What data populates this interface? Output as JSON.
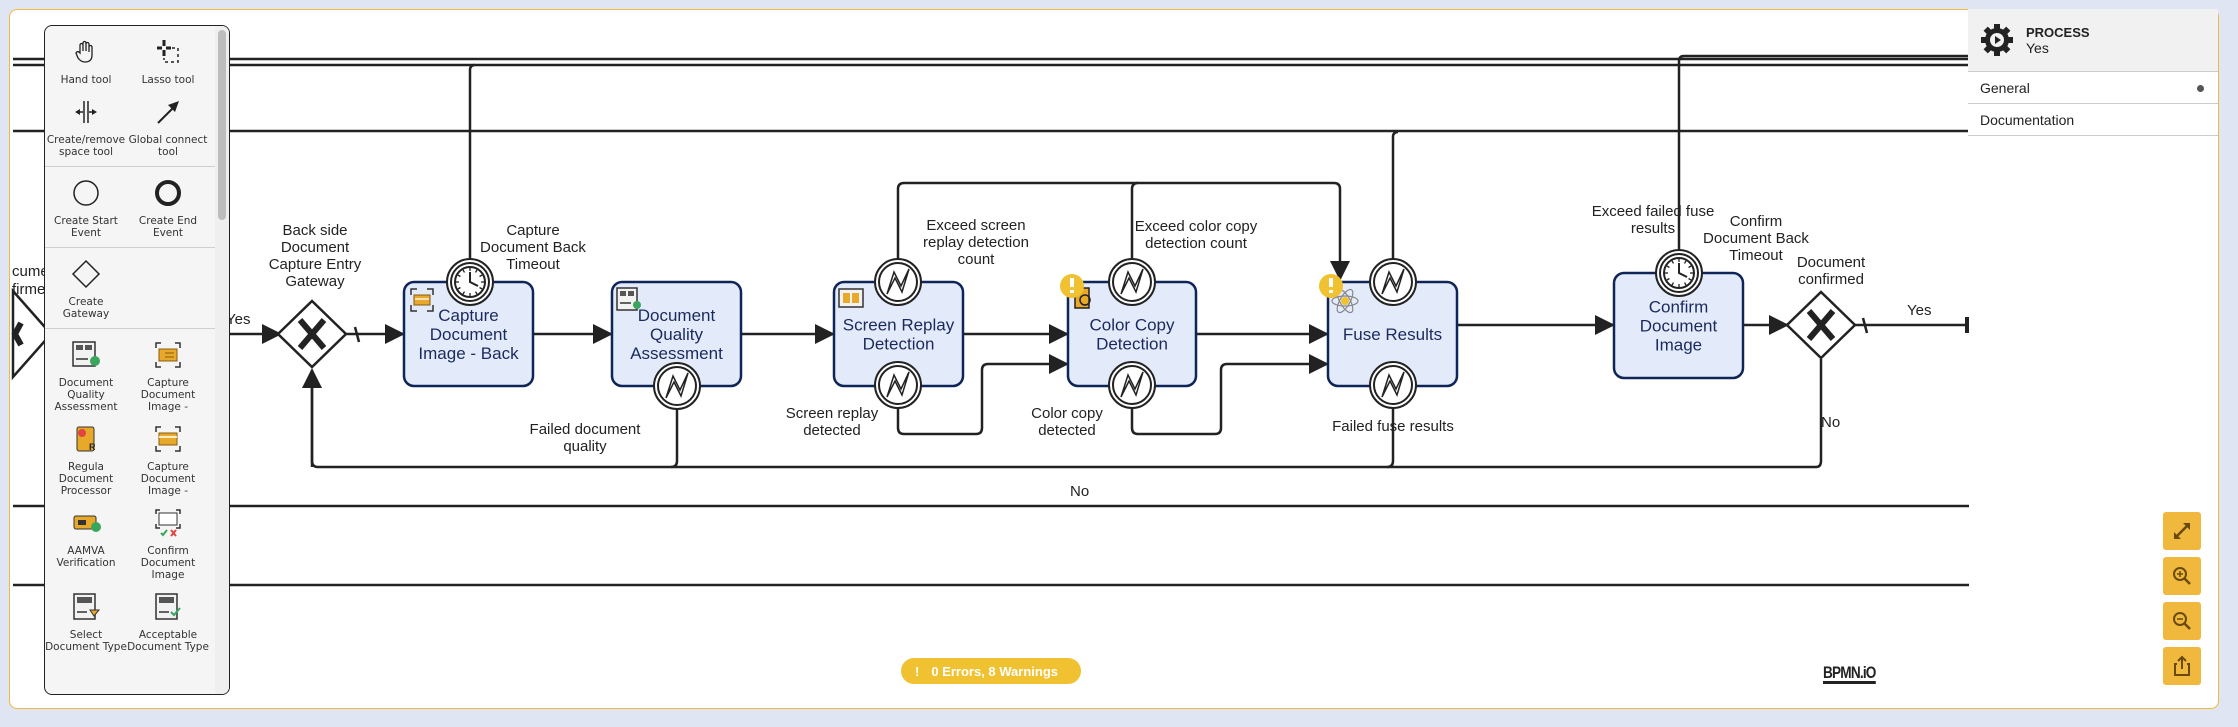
{
  "palette": {
    "tools": [
      {
        "icon": "hand-icon",
        "label": "Hand tool"
      },
      {
        "icon": "lasso-icon",
        "label": "Lasso tool"
      },
      {
        "icon": "space-tool-icon",
        "label": "Create/remove space tool"
      },
      {
        "icon": "connect-arrow-icon",
        "label": "Global connect tool"
      }
    ],
    "events": [
      {
        "icon": "start-event-icon",
        "label": "Create Start Event"
      },
      {
        "icon": "end-event-icon",
        "label": "Create End Event"
      }
    ],
    "gateways": [
      {
        "icon": "gateway-icon",
        "label": "Create Gateway"
      }
    ],
    "custom": [
      {
        "icon": "document-quality-icon",
        "label": "Document Quality Assessment"
      },
      {
        "icon": "capture-document-front-icon",
        "label": "Capture Document Image -"
      },
      {
        "icon": "regula-processor-icon",
        "label": "Regula Document Processor"
      },
      {
        "icon": "capture-document-back-icon",
        "label": "Capture Document Image -"
      },
      {
        "icon": "aamva-icon",
        "label": "AAMVA Verification"
      },
      {
        "icon": "confirm-document-icon",
        "label": "Confirm Document Image"
      },
      {
        "icon": "select-document-type-icon",
        "label": "Select Document Type"
      },
      {
        "icon": "acceptable-document-type-icon",
        "label": "Acceptable Document Type"
      }
    ]
  },
  "diagram": {
    "tasks": [
      {
        "id": "capture-back",
        "label": [
          "Capture",
          "Document",
          "Image - Back"
        ]
      },
      {
        "id": "dqa",
        "label": [
          "Document",
          "Quality",
          "Assessment"
        ]
      },
      {
        "id": "screen-replay",
        "label": [
          "Screen Replay",
          "Detection"
        ]
      },
      {
        "id": "color-copy",
        "label": [
          "Color Copy",
          "Detection"
        ]
      },
      {
        "id": "fuse",
        "label": [
          "Fuse Results"
        ]
      },
      {
        "id": "confirm",
        "label": [
          "Confirm",
          "Document",
          "Image"
        ]
      }
    ],
    "gateways": [
      {
        "id": "back-entry",
        "label": [
          "Back side",
          "Document",
          "Capture Entry",
          "Gateway"
        ]
      },
      {
        "id": "confirmed",
        "label": [
          "Document",
          "confirmed"
        ]
      }
    ],
    "event_labels": {
      "capture_timeout": [
        "Capture",
        "Document Back",
        "Timeout"
      ],
      "failed_quality": [
        "Failed document",
        "quality"
      ],
      "exceed_screen": [
        "Exceed screen",
        "replay detection",
        "count"
      ],
      "screen_detected": [
        "Screen replay",
        "detected"
      ],
      "exceed_color": [
        "Exceed color copy",
        "detection count"
      ],
      "color_detected": [
        "Color copy",
        "detected"
      ],
      "failed_fuse": [
        "Failed fuse results"
      ],
      "exceed_fuse": [
        "Exceed failed fuse",
        "results"
      ],
      "confirm_timeout": [
        "Confirm",
        "Document Back",
        "Timeout"
      ]
    },
    "flow_labels": {
      "yes_left": "Yes",
      "yes_right": "Yes",
      "no_gateway": "No",
      "no_bottom": "No"
    },
    "offscreen_left_label": [
      "cume",
      "firme"
    ]
  },
  "properties": {
    "type": "PROCESS",
    "name": "Yes",
    "tabs": [
      {
        "label": "General",
        "active": true
      },
      {
        "label": "Documentation",
        "active": false
      }
    ]
  },
  "status": {
    "errors_warnings": "0 Errors, 8 Warnings",
    "warning_color": "#f0c232"
  },
  "logo": "BPMN.iO",
  "colors": {
    "task_fill": "#e3ebfb",
    "task_stroke": "#0f2557",
    "accent": "#f0b93d"
  }
}
